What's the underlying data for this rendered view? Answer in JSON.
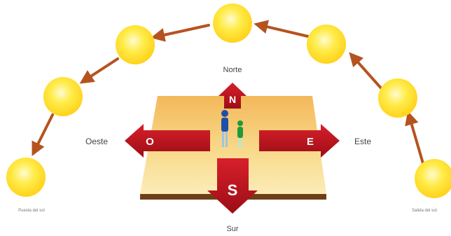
{
  "directions": {
    "north": {
      "letter": "N",
      "name": "Norte"
    },
    "south": {
      "letter": "S",
      "name": "Sur"
    },
    "east": {
      "letter": "E",
      "name": "Este"
    },
    "west": {
      "letter": "O",
      "name": "Oeste"
    }
  },
  "sunset_label": "Puesta del sol",
  "sunrise_label": "Salida del sol",
  "sun_count": 7,
  "colors": {
    "sun": "#ffe22a",
    "sun_glow": "#fff7b0",
    "path_arrow": "#b5531f",
    "compass_arrow": "#c1121f",
    "plate_top": "#f5c56a",
    "plate_light": "#fbe7a6",
    "plate_edge": "#7a4a1c",
    "person_blue": "#1f4fa8",
    "person_green": "#1e9a3a"
  }
}
